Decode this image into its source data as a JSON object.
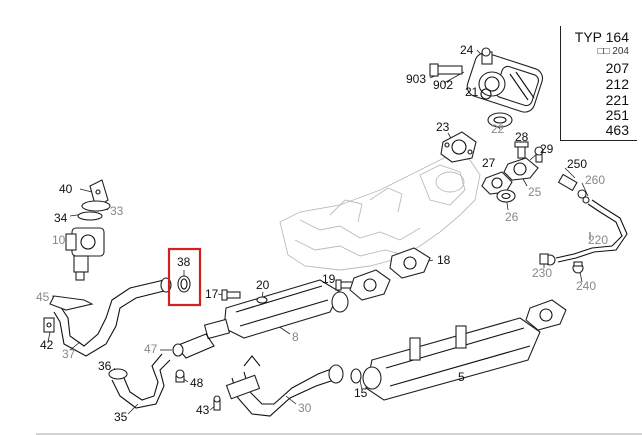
{
  "type_box": {
    "title": "TYP 164",
    "subtitle": "□□ 204",
    "models": [
      "207",
      "212",
      "221",
      "251",
      "463"
    ]
  },
  "highlight": {
    "part": "38",
    "color": "#cc2222"
  },
  "callouts": {
    "p24": "24",
    "p903": "903",
    "p902": "902",
    "p21": "21",
    "p22": "22",
    "p23": "23",
    "p28": "28",
    "p29": "29",
    "p27": "27",
    "p250": "250",
    "p260": "260",
    "p25": "25",
    "p26": "26",
    "p40": "40",
    "p33": "33",
    "p34": "34",
    "p10": "10",
    "p38": "38",
    "p18": "18",
    "p20": "20",
    "p19": "19",
    "p17": "17",
    "p220": "220",
    "p230": "230",
    "p240": "240",
    "p45": "45",
    "p42": "42",
    "p37": "37",
    "p47": "47",
    "p8": "8",
    "p36": "36",
    "p48": "48",
    "p5": "5",
    "p15": "15",
    "p35": "35",
    "p43": "43",
    "p30": "30"
  }
}
